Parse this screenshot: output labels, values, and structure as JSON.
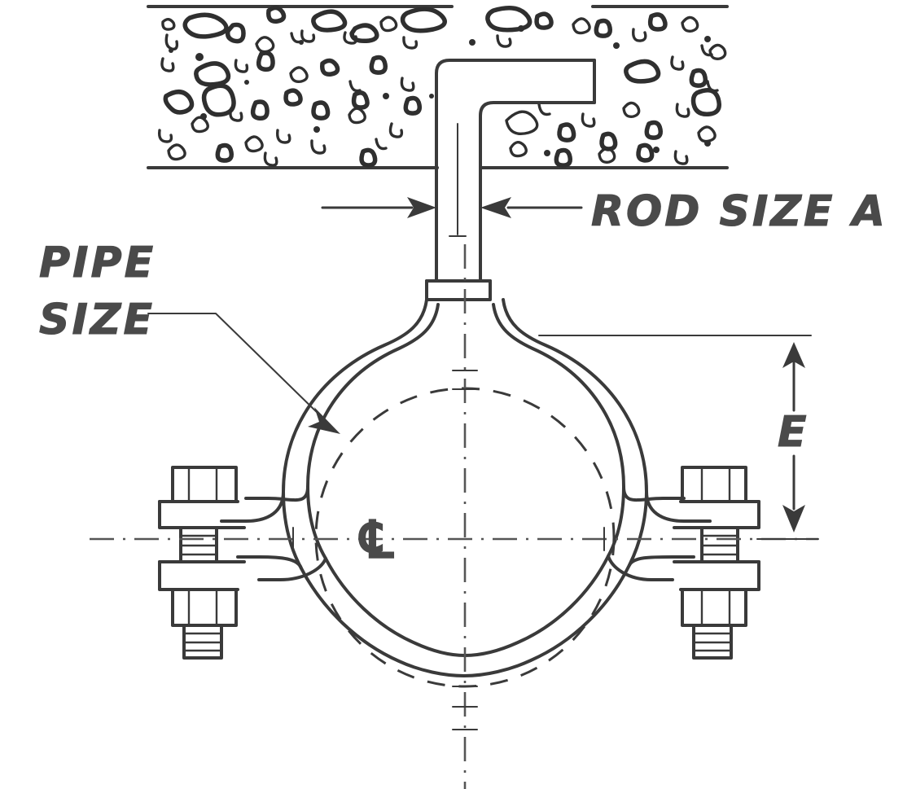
{
  "drawing": {
    "title": "Pipe Clamp Hanger Detail",
    "subject": "pipe-clamp-with-concrete-insert-rod",
    "background_color": "#ffffff",
    "ink_color": "#3a3a3a",
    "labels": {
      "pipe_size_line1": "PIPE",
      "pipe_size_line2": "SIZE",
      "rod_size": "ROD SIZE A",
      "dimension_e": "E",
      "centerline_symbol": "℄"
    },
    "annotations": [
      {
        "name": "pipe-size-leader",
        "text": "PIPE SIZE",
        "points_to": "clamp-band",
        "leader_style": "horizontal-then-diagonal-with-arrowhead"
      },
      {
        "name": "rod-size-dimension",
        "text": "ROD SIZE A",
        "points_to": "hanger-rod",
        "leader_style": "opposed-inward-arrows"
      },
      {
        "name": "e-dimension",
        "text": "E",
        "measures": "rod-collar-to-pipe-centerline",
        "leader_style": "vertical-double-arrow-between-extension-lines"
      }
    ],
    "components": [
      {
        "name": "concrete-slab",
        "hatch": "aggregate-blobs"
      },
      {
        "name": "hanger-rod",
        "detail": "L-shaped-hook-embedded-in-concrete"
      },
      {
        "name": "pipe-clamp-band",
        "detail": "two-piece-split-ring"
      },
      {
        "name": "pipe-outline",
        "detail": "hidden-dashed-circle"
      },
      {
        "name": "bolt-assembly-left",
        "detail": "hex-nut-flange-threaded-bolt"
      },
      {
        "name": "bolt-assembly-right",
        "detail": "hex-nut-flange-threaded-bolt"
      },
      {
        "name": "horizontal-centerline"
      },
      {
        "name": "vertical-centerline"
      }
    ]
  }
}
